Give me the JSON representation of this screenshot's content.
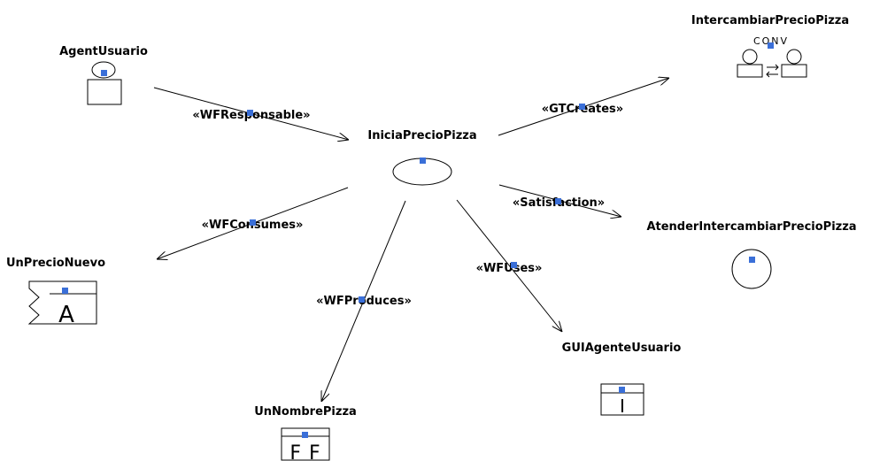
{
  "diagram": {
    "nodes": [
      {
        "id": "agent",
        "label": "AgentUsuario",
        "kind": "agent-icon"
      },
      {
        "id": "task",
        "label": "IniciaPrecioPizza",
        "kind": "task-ellipse-icon"
      },
      {
        "id": "protocol",
        "label": "IntercambiarPrecioPizza",
        "kind": "conversation-icon",
        "icon_text": "CONV"
      },
      {
        "id": "goal",
        "label": "AtenderIntercambiarPrecioPizza",
        "kind": "goal-circle-icon"
      },
      {
        "id": "fact",
        "label": "UnPrecioNuevo",
        "kind": "fact-icon",
        "icon_text": "A"
      },
      {
        "id": "entity",
        "label": "UnNombrePizza",
        "kind": "frame-fact-icon",
        "icon_text": "F F"
      },
      {
        "id": "gui",
        "label": "GUIAgenteUsuario",
        "kind": "application-icon",
        "icon_text": "I"
      }
    ],
    "edges": [
      {
        "id": "e1",
        "label": "«WFResponsable»",
        "from": "agent",
        "to": "task"
      },
      {
        "id": "e2",
        "label": "«GTCreates»",
        "from": "task",
        "to": "protocol"
      },
      {
        "id": "e3",
        "label": "«Satisfaction»",
        "from": "task",
        "to": "goal"
      },
      {
        "id": "e4",
        "label": "«WFConsumes»",
        "from": "task",
        "to": "fact"
      },
      {
        "id": "e5",
        "label": "«WFProduces»",
        "from": "task",
        "to": "entity"
      },
      {
        "id": "e6",
        "label": "«WFUses»",
        "from": "task",
        "to": "gui"
      }
    ],
    "colors": {
      "handle": "#3a6fd8",
      "line": "#000000",
      "background": "#ffffff"
    }
  }
}
